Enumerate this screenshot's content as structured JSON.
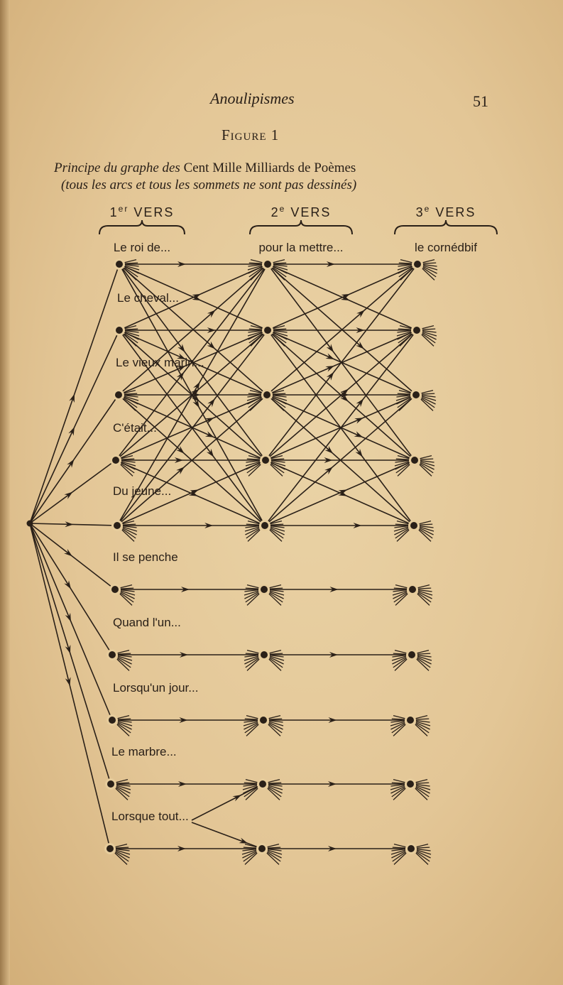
{
  "page": {
    "running_head": "Anoulipismes",
    "page_number": "51",
    "figure_label": "Figure 1",
    "caption_prefix": "Principe du graphe des",
    "caption_title": "Cent Mille Milliards de Poèmes",
    "caption_note": "(tous les arcs et tous les sommets ne sont pas dessinés)"
  },
  "diagram": {
    "columns": [
      {
        "ordinal": "1",
        "sup": "er",
        "label": "VERS",
        "first_line": "Le roi de..."
      },
      {
        "ordinal": "2",
        "sup": "e",
        "label": "VERS",
        "first_line": "pour la mettre..."
      },
      {
        "ordinal": "3",
        "sup": "e",
        "label": "VERS",
        "first_line": "le cornédbif"
      }
    ],
    "row_labels": [
      "Le cheval...",
      "Le vieux marin...",
      "C'était...",
      "Du jeune...",
      "Il se penche",
      "Quand l'un...",
      "Lorsqu'un jour...",
      "Le marbre...",
      "Lorsque tout..."
    ],
    "rows": 10,
    "edge_color": "#2a2018",
    "dense_rows": 5
  }
}
